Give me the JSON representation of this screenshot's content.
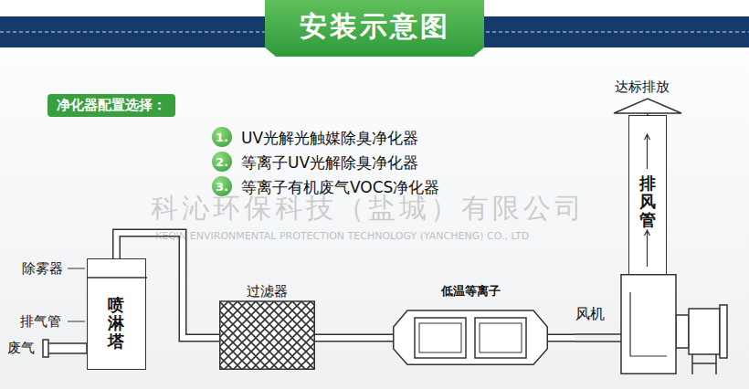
{
  "diagram": {
    "title": "安装示意图",
    "nodes": [
      {
        "text": [
          "净化器配置选择："
        ]
      },
      {
        "text": [
          "1."
        ]
      },
      {
        "text": [
          "2."
        ]
      },
      {
        "text": [
          "3."
        ]
      },
      {
        "text": [
          "喷淋塔"
        ]
      },
      {
        "text": [
          "过滤器"
        ]
      },
      {
        "text": [
          "低温等离子"
        ]
      },
      {
        "text": [
          "风机"
        ]
      },
      {
        "text": [
          "排风管"
        ]
      }
    ],
    "edges": [
      {
        "from": 4,
        "to": 5,
        "arrow": "none"
      },
      {
        "from": 5,
        "to": 6,
        "arrow": "none"
      },
      {
        "from": 6,
        "to": 7,
        "arrow": "none"
      }
    ],
    "labels": [
      "UV光解光触媒除臭净化器",
      "等离子UV光解除臭净化器",
      "等离子有机废气VOCS净化器",
      "除雾器",
      "排气管",
      "废气",
      "达标排放",
      "科沁环保科技（盐城）有限公司",
      "KEQIN ENVIRONMENTAL PROTECTION TECHNOLOGY (YANCHENG) CO., LTD"
    ]
  }
}
